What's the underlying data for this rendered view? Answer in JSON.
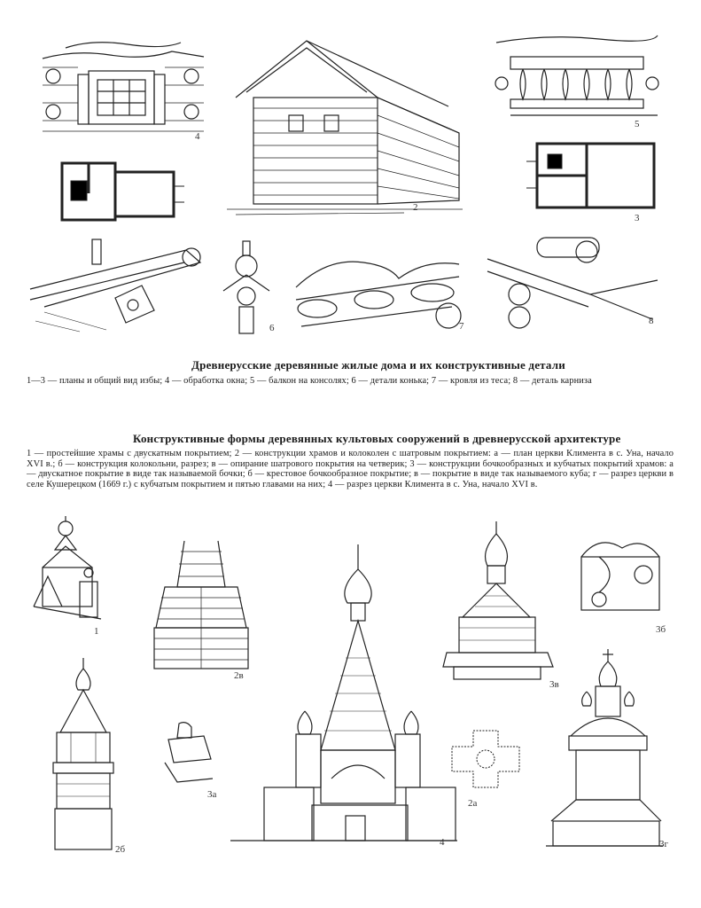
{
  "section1": {
    "title": "Древнерусские деревянные жилые  дома и их  конструктивные детали",
    "caption": "1—3 — планы и общий вид избы; 4 — обработка окна; 5 — балкон на консолях; 6 — детали конька; 7 — кровля из теса; 8 — деталь карниза"
  },
  "section2": {
    "title": "Конструктивные формы деревянных культовых сооружений в  древнерусской архитектуре",
    "caption": "1 — простейшие храмы с двускатным покрытием; 2 — конструкции храмов и колоколен с   шатровым   покрытием:   а — план церкви Климента в с. Уна, начало XVI в.; б — конструкция колокольни, разрез; в — опирание шатрового покрытия на четверик; 3 — конструкции бочкообразных и кубчатых покрытий храмов: а — двускатное покрытие в виде так называемой бочки; б — крестовое бочкообразное покрытие; в — покрытие в виде так называемого куба; г — разрез церкви в селе Кушерецком (1669 г.) с кубчатым покрытием и пятью главами на них; 4 — разрез церкви Климента в с. Уна, начало XVI в."
  },
  "labels": {
    "top_window": "4",
    "top_house": "2",
    "top_balcony": "5",
    "top_plan_right": "3",
    "top_ridge": "6",
    "top_roof": "7",
    "top_cornice": "8",
    "church_1": "1",
    "church_2v": "2в",
    "church_3v": "3в",
    "church_3b": "3б",
    "church_2b": "2б",
    "church_3a": "3а",
    "church_4": "4",
    "church_2a": "2а",
    "church_3g": "3г"
  }
}
